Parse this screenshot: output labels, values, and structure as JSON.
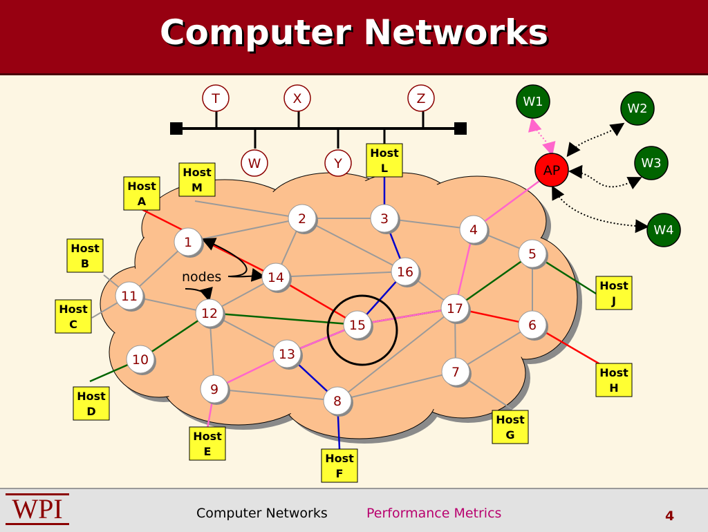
{
  "slide": {
    "title": "Computer Networks"
  },
  "colors": {
    "title_bg": "#970011",
    "background": "#fdf6e3",
    "cloud": "#fcc08e",
    "host_box": "#ffff33",
    "ap": "#ff0000",
    "wireless": "#006400",
    "path_red": "#ff0000",
    "path_green": "#006400",
    "path_blue": "#0000cc",
    "path_pink": "#ff66cc"
  },
  "diagram": {
    "routers": [
      "1",
      "2",
      "3",
      "4",
      "5",
      "6",
      "7",
      "8",
      "9",
      "10",
      "11",
      "12",
      "13",
      "14",
      "15",
      "16",
      "17"
    ],
    "hosts": [
      {
        "line1": "Host",
        "line2": "A"
      },
      {
        "line1": "Host",
        "line2": "B"
      },
      {
        "line1": "Host",
        "line2": "C"
      },
      {
        "line1": "Host",
        "line2": "D"
      },
      {
        "line1": "Host",
        "line2": "E"
      },
      {
        "line1": "Host",
        "line2": "F"
      },
      {
        "line1": "Host",
        "line2": "G"
      },
      {
        "line1": "Host",
        "line2": "H"
      },
      {
        "line1": "Host",
        "line2": "J"
      },
      {
        "line1": "Host",
        "line2": "L"
      },
      {
        "line1": "Host",
        "line2": "M"
      }
    ],
    "lan_stations": [
      "T",
      "X",
      "Z",
      "W",
      "Y"
    ],
    "wireless": {
      "access_point": "AP",
      "stations": [
        "W1",
        "W2",
        "W3",
        "W4"
      ]
    },
    "annotation": "nodes"
  },
  "footer": {
    "logo": "WPI",
    "course": "Computer Networks",
    "topic": "Performance Metrics",
    "page": "4"
  }
}
